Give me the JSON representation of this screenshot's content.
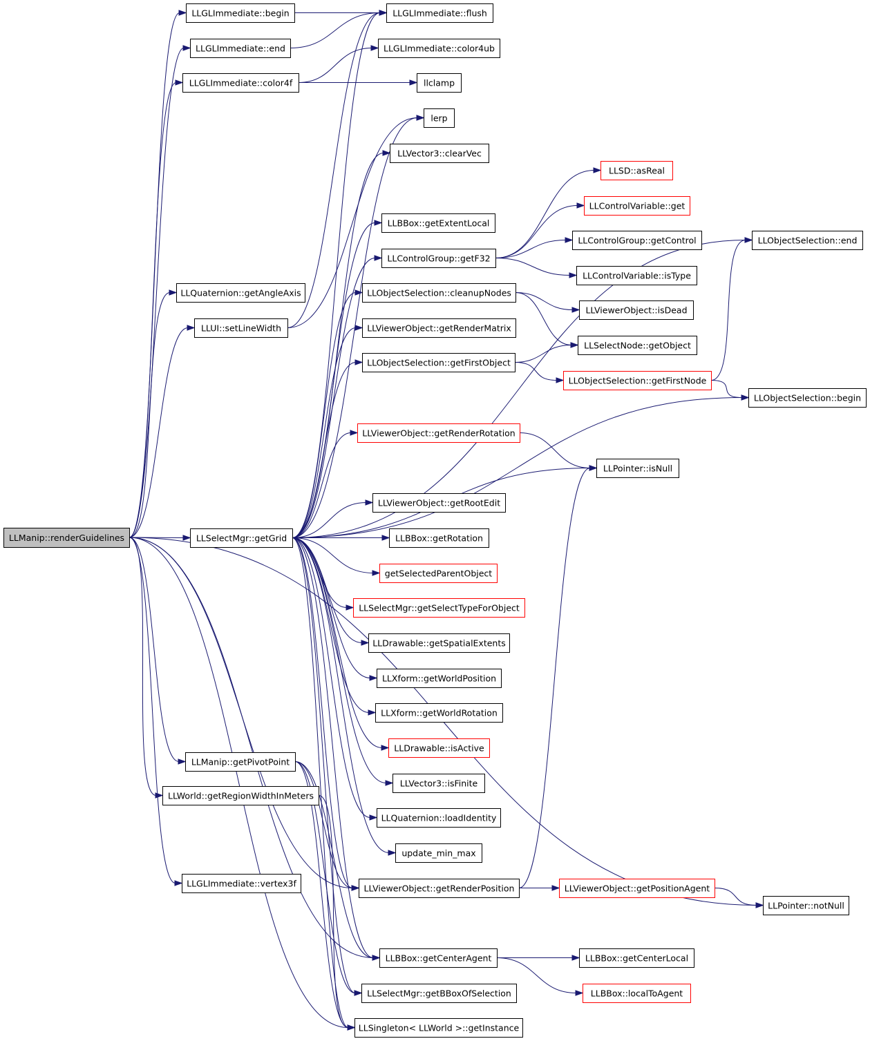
{
  "colors": {
    "edge": "#191970",
    "root_fill": "#bfbfbf",
    "red_border": "#ff0000",
    "black_border": "#000000"
  },
  "nodes": [
    {
      "id": "root",
      "label": "LLManip::renderGuidelines",
      "style": "root"
    },
    {
      "id": "begin",
      "label": "LLGLImmediate::begin",
      "style": "black"
    },
    {
      "id": "flush",
      "label": "LLGLImmediate::flush",
      "style": "black"
    },
    {
      "id": "end",
      "label": "LLGLImmediate::end",
      "style": "black"
    },
    {
      "id": "color4ub",
      "label": "LLGLImmediate::color4ub",
      "style": "black"
    },
    {
      "id": "color4f",
      "label": "LLGLImmediate::color4f",
      "style": "black"
    },
    {
      "id": "llclamp",
      "label": "llclamp",
      "style": "black"
    },
    {
      "id": "lerp",
      "label": "lerp",
      "style": "black"
    },
    {
      "id": "clearVec",
      "label": "LLVector3::clearVec",
      "style": "black"
    },
    {
      "id": "asReal",
      "label": "LLSD::asReal",
      "style": "red"
    },
    {
      "id": "cvget",
      "label": "LLControlVariable::get",
      "style": "red"
    },
    {
      "id": "getExtentLocal",
      "label": "LLBBox::getExtentLocal",
      "style": "black"
    },
    {
      "id": "getControl",
      "label": "LLControlGroup::getControl",
      "style": "black"
    },
    {
      "id": "osend",
      "label": "LLObjectSelection::end",
      "style": "black"
    },
    {
      "id": "getF32",
      "label": "LLControlGroup::getF32",
      "style": "black"
    },
    {
      "id": "isType",
      "label": "LLControlVariable::isType",
      "style": "black"
    },
    {
      "id": "getAngleAxis",
      "label": "LLQuaternion::getAngleAxis",
      "style": "black"
    },
    {
      "id": "cleanupNodes",
      "label": "LLObjectSelection::cleanupNodes",
      "style": "black"
    },
    {
      "id": "isDead",
      "label": "LLViewerObject::isDead",
      "style": "black"
    },
    {
      "id": "setLineWidth",
      "label": "LLUI::setLineWidth",
      "style": "black"
    },
    {
      "id": "getRenderMatrix",
      "label": "LLViewerObject::getRenderMatrix",
      "style": "black"
    },
    {
      "id": "sngetObject",
      "label": "LLSelectNode::getObject",
      "style": "black"
    },
    {
      "id": "getFirstObject",
      "label": "LLObjectSelection::getFirstObject",
      "style": "black"
    },
    {
      "id": "getFirstNode",
      "label": "LLObjectSelection::getFirstNode",
      "style": "red"
    },
    {
      "id": "osbegin",
      "label": "LLObjectSelection::begin",
      "style": "black"
    },
    {
      "id": "getRenderRotation",
      "label": "LLViewerObject::getRenderRotation",
      "style": "red"
    },
    {
      "id": "isNull",
      "label": "LLPointer::isNull",
      "style": "black"
    },
    {
      "id": "getRootEdit",
      "label": "LLViewerObject::getRootEdit",
      "style": "black"
    },
    {
      "id": "getGrid",
      "label": "LLSelectMgr::getGrid",
      "style": "black"
    },
    {
      "id": "getRotation",
      "label": "LLBBox::getRotation",
      "style": "black"
    },
    {
      "id": "getSelectedParentObject",
      "label": "getSelectedParentObject",
      "style": "red"
    },
    {
      "id": "getSelectTypeForObject",
      "label": "LLSelectMgr::getSelectTypeForObject",
      "style": "red"
    },
    {
      "id": "getSpatialExtents",
      "label": "LLDrawable::getSpatialExtents",
      "style": "black"
    },
    {
      "id": "getWorldPosition",
      "label": "LLXform::getWorldPosition",
      "style": "black"
    },
    {
      "id": "getWorldRotation",
      "label": "LLXform::getWorldRotation",
      "style": "black"
    },
    {
      "id": "isActive",
      "label": "LLDrawable::isActive",
      "style": "red"
    },
    {
      "id": "getPivotPoint",
      "label": "LLManip::getPivotPoint",
      "style": "black"
    },
    {
      "id": "isFinite",
      "label": "LLVector3::isFinite",
      "style": "black"
    },
    {
      "id": "getRegionWidthInMeters",
      "label": "LLWorld::getRegionWidthInMeters",
      "style": "black"
    },
    {
      "id": "loadIdentity",
      "label": "LLQuaternion::loadIdentity",
      "style": "black"
    },
    {
      "id": "update_min_max",
      "label": "update_min_max",
      "style": "black"
    },
    {
      "id": "vertex3f",
      "label": "LLGLImmediate::vertex3f",
      "style": "black"
    },
    {
      "id": "getRenderPosition",
      "label": "LLViewerObject::getRenderPosition",
      "style": "black"
    },
    {
      "id": "getPositionAgent",
      "label": "LLViewerObject::getPositionAgent",
      "style": "red"
    },
    {
      "id": "notNull",
      "label": "LLPointer::notNull",
      "style": "black"
    },
    {
      "id": "getCenterAgent",
      "label": "LLBBox::getCenterAgent",
      "style": "black"
    },
    {
      "id": "getCenterLocal",
      "label": "LLBBox::getCenterLocal",
      "style": "black"
    },
    {
      "id": "getBBoxOfSelection",
      "label": "LLSelectMgr::getBBoxOfSelection",
      "style": "black"
    },
    {
      "id": "localToAgent",
      "label": "LLBBox::localToAgent",
      "style": "red"
    },
    {
      "id": "getInstance",
      "label": "LLSingleton< LLWorld >::getInstance",
      "style": "black"
    }
  ],
  "edges": [
    [
      "root",
      "begin"
    ],
    [
      "root",
      "end"
    ],
    [
      "root",
      "color4f"
    ],
    [
      "root",
      "getAngleAxis"
    ],
    [
      "root",
      "setLineWidth"
    ],
    [
      "root",
      "getGrid"
    ],
    [
      "root",
      "getPivotPoint"
    ],
    [
      "root",
      "getRegionWidthInMeters"
    ],
    [
      "root",
      "vertex3f"
    ],
    [
      "root",
      "getInstance"
    ],
    [
      "root",
      "notNull"
    ],
    [
      "root",
      "getRenderPosition"
    ],
    [
      "root",
      "getCenterAgent"
    ],
    [
      "begin",
      "flush"
    ],
    [
      "end",
      "flush"
    ],
    [
      "color4f",
      "color4ub"
    ],
    [
      "color4f",
      "llclamp"
    ],
    [
      "setLineWidth",
      "flush"
    ],
    [
      "setLineWidth",
      "lerp"
    ],
    [
      "getGrid",
      "flush"
    ],
    [
      "getGrid",
      "lerp"
    ],
    [
      "getGrid",
      "clearVec"
    ],
    [
      "getGrid",
      "osend"
    ],
    [
      "getGrid",
      "getExtentLocal"
    ],
    [
      "getGrid",
      "getF32"
    ],
    [
      "getGrid",
      "cleanupNodes"
    ],
    [
      "getGrid",
      "getRenderMatrix"
    ],
    [
      "getGrid",
      "getFirstObject"
    ],
    [
      "getGrid",
      "osbegin"
    ],
    [
      "getGrid",
      "getRenderRotation"
    ],
    [
      "getGrid",
      "isNull"
    ],
    [
      "getGrid",
      "getRootEdit"
    ],
    [
      "getGrid",
      "getRotation"
    ],
    [
      "getGrid",
      "getSelectedParentObject"
    ],
    [
      "getGrid",
      "getSelectTypeForObject"
    ],
    [
      "getGrid",
      "getSpatialExtents"
    ],
    [
      "getGrid",
      "getWorldPosition"
    ],
    [
      "getGrid",
      "getWorldRotation"
    ],
    [
      "getGrid",
      "isActive"
    ],
    [
      "getGrid",
      "isFinite"
    ],
    [
      "getGrid",
      "loadIdentity"
    ],
    [
      "getGrid",
      "update_min_max"
    ],
    [
      "getGrid",
      "getRenderPosition"
    ],
    [
      "getGrid",
      "getCenterAgent"
    ],
    [
      "getGrid",
      "getBBoxOfSelection"
    ],
    [
      "getGrid",
      "getInstance"
    ],
    [
      "getF32",
      "asReal"
    ],
    [
      "getF32",
      "cvget"
    ],
    [
      "getF32",
      "getControl"
    ],
    [
      "getF32",
      "isType"
    ],
    [
      "cleanupNodes",
      "isDead"
    ],
    [
      "cleanupNodes",
      "sngetObject"
    ],
    [
      "getFirstObject",
      "sngetObject"
    ],
    [
      "getFirstObject",
      "getFirstNode"
    ],
    [
      "getFirstNode",
      "osbegin"
    ],
    [
      "getFirstNode",
      "osend"
    ],
    [
      "getRenderRotation",
      "isNull"
    ],
    [
      "getPivotPoint",
      "getRenderPosition"
    ],
    [
      "getPivotPoint",
      "getCenterAgent"
    ],
    [
      "getPivotPoint",
      "getBBoxOfSelection"
    ],
    [
      "getPivotPoint",
      "getInstance"
    ],
    [
      "getRenderPosition",
      "getPositionAgent"
    ],
    [
      "getRenderPosition",
      "isNull"
    ],
    [
      "getPositionAgent",
      "notNull"
    ],
    [
      "getCenterAgent",
      "getCenterLocal"
    ],
    [
      "getCenterAgent",
      "localToAgent"
    ],
    [
      "getRegionWidthInMeters",
      "getInstance"
    ]
  ]
}
